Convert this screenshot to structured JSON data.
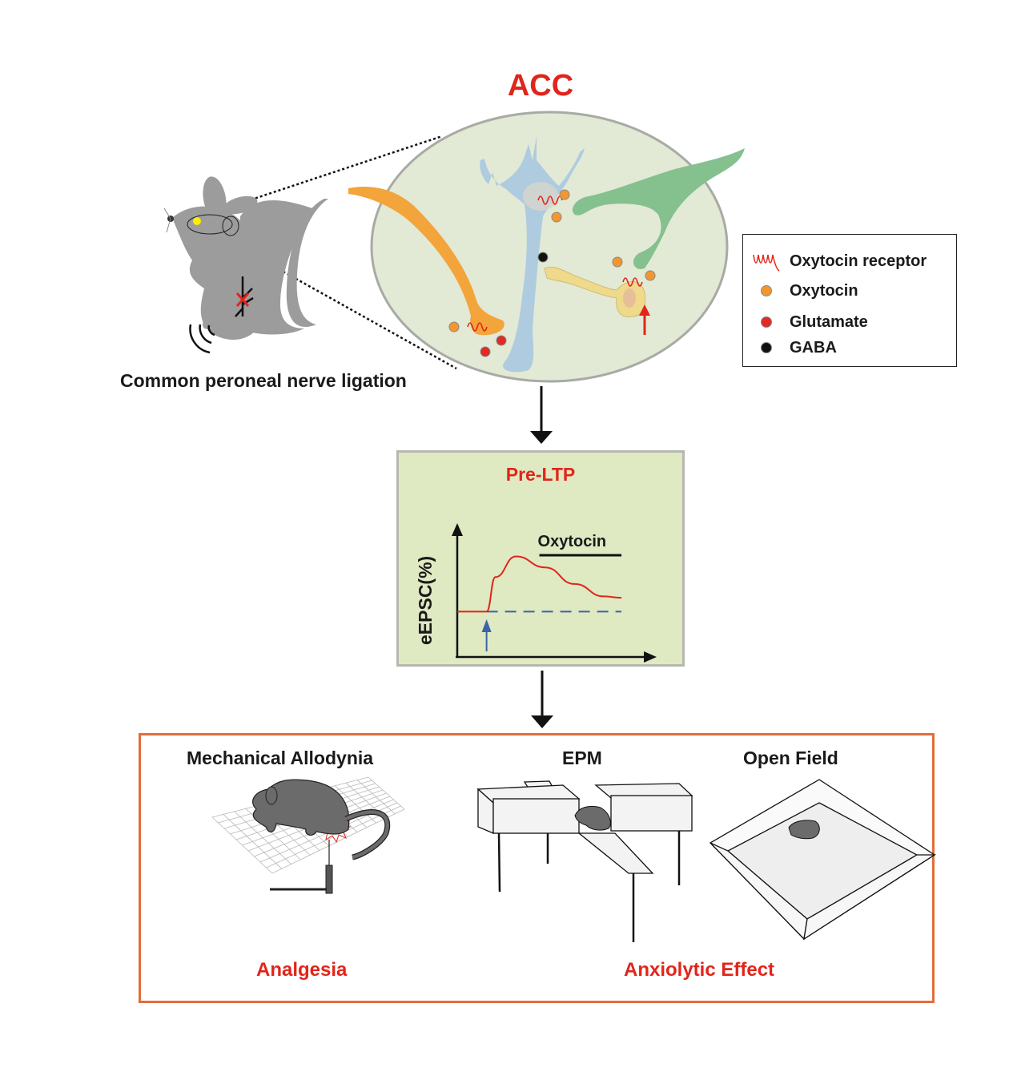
{
  "acc_panel": {
    "title": "ACC",
    "title_color": "#e1251b",
    "region_fill": "#e2e9d4",
    "neurons": [
      {
        "name": "pyramidal-neuron",
        "color": "#aecbe0"
      },
      {
        "name": "oxytocin-axon",
        "color": "#f3a43a"
      },
      {
        "name": "green-neuron",
        "color": "#85c08f"
      },
      {
        "name": "interneuron",
        "color": "#efd98a"
      }
    ]
  },
  "model": {
    "label": "Common peroneal nerve ligation",
    "mouse_color": "#9c9c9c",
    "injury_marker_color": "#e1251b"
  },
  "legend": {
    "items": [
      {
        "label": "Oxytocin receptor",
        "symbol": "receptor-coil-icon",
        "color": "#e1251b"
      },
      {
        "label": "Oxytocin",
        "symbol": "dot",
        "color": "#f4962e"
      },
      {
        "label": "Glutamate",
        "symbol": "dot",
        "color": "#e02a26"
      },
      {
        "label": "GABA",
        "symbol": "dot",
        "color": "#111111"
      }
    ]
  },
  "ltp_panel": {
    "title": "Pre-LTP",
    "ylabel": "eEPSC(%)",
    "drug_label": "Oxytocin",
    "fill": "#dfe9c2"
  },
  "chart_data": {
    "type": "line",
    "title": "Pre-LTP",
    "xlabel": "",
    "ylabel": "eEPSC(%)",
    "annotations": [
      "Oxytocin (bar over application period)",
      "blue arrow marks stimulation onset"
    ],
    "series": [
      {
        "name": "eEPSC",
        "color": "#e1251b",
        "x": [
          0,
          1,
          1.3,
          2,
          3,
          4,
          5,
          5.6
        ],
        "y": [
          100,
          100,
          125,
          140,
          132,
          120,
          111,
          110
        ]
      },
      {
        "name": "baseline",
        "color": "#3e63a6",
        "style": "dashed",
        "x": [
          1,
          5.6
        ],
        "y": [
          100,
          100
        ]
      }
    ],
    "stimulus_x": 1,
    "drug_bar_x": [
      2.8,
      5.6
    ],
    "xlim": [
      0,
      6.2
    ],
    "ylim": [
      70,
      160
    ],
    "grid": false
  },
  "behavior": {
    "border_color": "#e36d3b",
    "tests": [
      {
        "title": "Mechanical Allodynia"
      },
      {
        "title": "EPM"
      },
      {
        "title": "Open Field"
      }
    ],
    "results": [
      {
        "label": "Analgesia"
      },
      {
        "label": "Anxiolytic Effect"
      }
    ]
  }
}
